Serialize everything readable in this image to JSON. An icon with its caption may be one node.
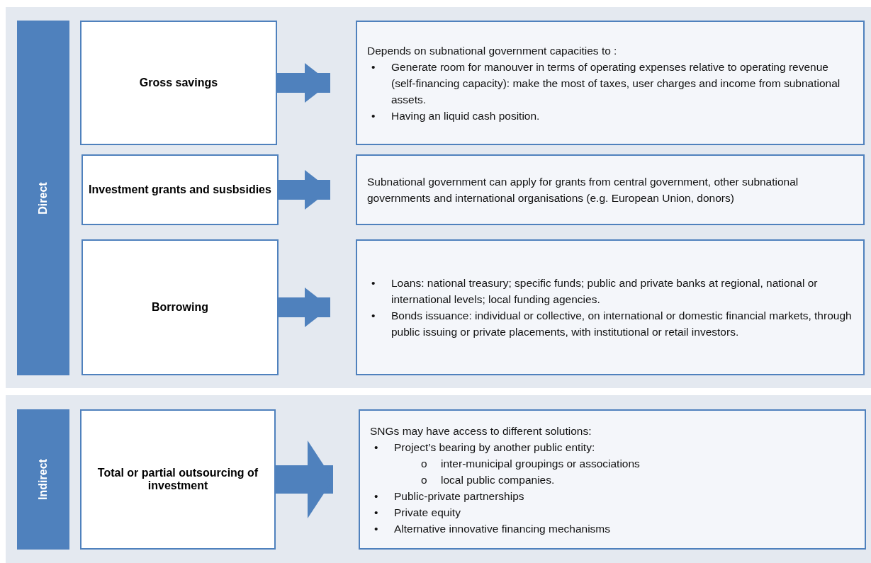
{
  "diagram": {
    "nodes": [
      {
        "text": [
          "Direct"
        ]
      },
      {
        "text": [
          "Gross savings"
        ]
      },
      {
        "text": [
          "Depends on subnational government capacities to :",
          "• Generate room for manouver in terms of operating expenses relative to operating revenue (self-financing capacity): make the most of taxes, user charges and income from subnational assets.",
          "• Having an liquid cash position."
        ]
      },
      {
        "text": [
          "Investment grants and susbsidies"
        ]
      },
      {
        "text": [
          "Subnational government can apply for grants from central government, other subnational governments and international organisations (e.g. European Union, donors)"
        ]
      },
      {
        "text": [
          "Borrowing"
        ]
      },
      {
        "text": [
          "• Loans: national treasury; specific funds; public and private banks at regional, national or international levels; local funding agencies.",
          "• Bonds issuance: individual or collective, on international or domestic financial markets, through public issuing or private placements, with institutional or retail investors."
        ]
      },
      {
        "text": [
          "Indirect"
        ]
      },
      {
        "text": [
          "Total or partial outsourcing of investment"
        ]
      },
      {
        "text": [
          "SNGs may have access to different solutions:",
          "• Project’s bearing by another public entity:",
          "o inter-municipal groupings or associations",
          "o local public companies.",
          "• Public-private partnerships",
          "• Private equity",
          "• Alternative innovative financing mechanisms"
        ]
      }
    ],
    "edges": [
      {
        "from": 1,
        "to": 2,
        "arrow": "to"
      },
      {
        "from": 3,
        "to": 4,
        "arrow": "to"
      },
      {
        "from": 5,
        "to": 6,
        "arrow": "to"
      },
      {
        "from": 8,
        "to": 9,
        "arrow": "to"
      }
    ]
  }
}
